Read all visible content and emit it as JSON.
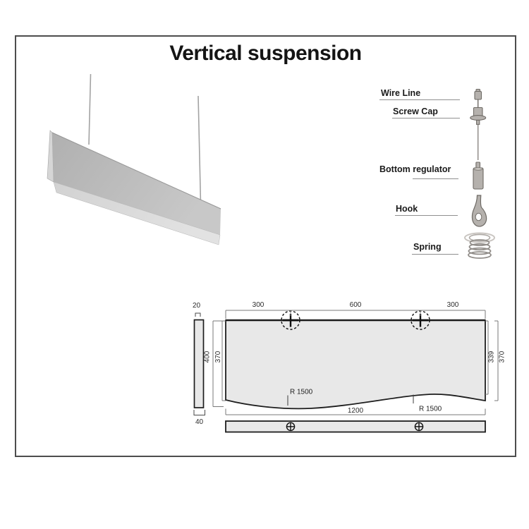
{
  "title": "Vertical suspension",
  "parts": [
    {
      "label": "Wire Line"
    },
    {
      "label": "Screw Cap"
    },
    {
      "label": "Bottom regulator"
    },
    {
      "label": "Hook"
    },
    {
      "label": "Spring"
    }
  ],
  "dims": {
    "top": [
      "300",
      "600",
      "300"
    ],
    "side_top": "20",
    "side_bottom": "40",
    "left_outer": "400",
    "left_inner": "370",
    "right_inner": "339",
    "right_outer": "370",
    "length": "1200",
    "radius": [
      "R 1500",
      "R 1500"
    ]
  },
  "colors": {
    "panel_fill": "#e8e8e8",
    "outline": "#1d1d1d",
    "dim_line": "#787878",
    "metal_fill": "#b5b1ad",
    "metal_stroke": "#6e6a65",
    "border": "#4d4d4d"
  }
}
